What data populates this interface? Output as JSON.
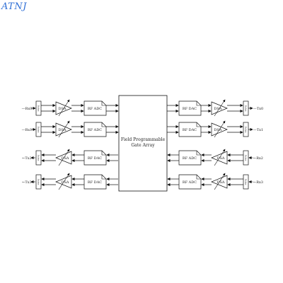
{
  "watermark": "ATNJ",
  "fpga_label_line1": "Field Programmable",
  "fpga_label_line2": "Gate Array",
  "adc_label": "RF ADC",
  "dac_label": "RF DAC",
  "dsa_label": "DSA",
  "balun_label": "Balun",
  "rx_in": [
    "Rx0",
    "Rx1"
  ],
  "tx_out": [
    "Tx0",
    "Tx1"
  ],
  "tx_left": [
    "Tx2",
    "Tx3"
  ],
  "rx_right": [
    "Rx2",
    "Rx3"
  ]
}
